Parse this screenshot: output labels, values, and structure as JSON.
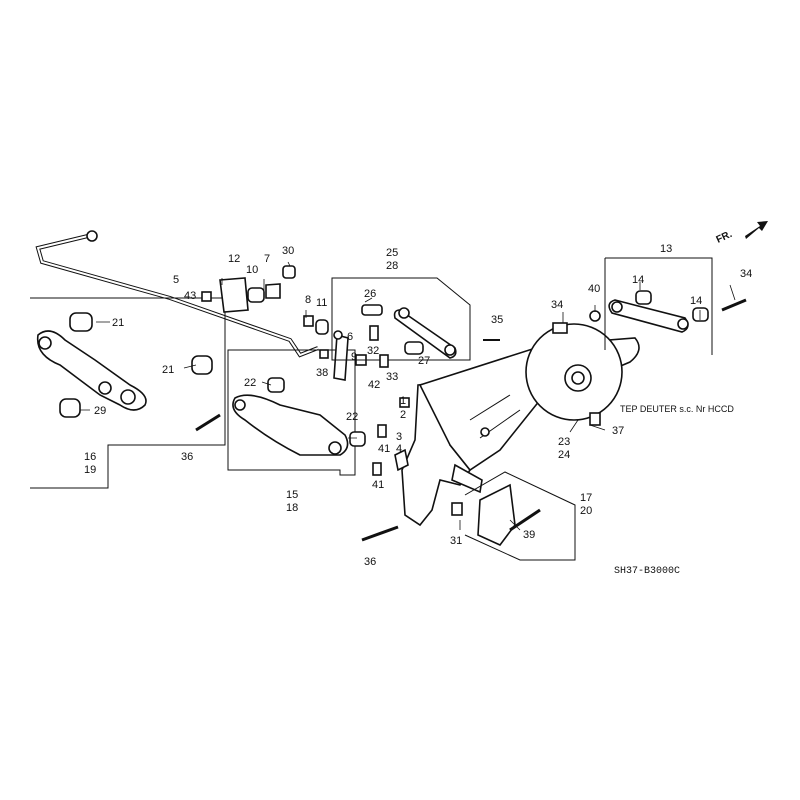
{
  "direction": {
    "label": "FR."
  },
  "watermark": "TEP DEUTER s.c. Nr HCCD",
  "diagram_code": "SH37-B3000C",
  "callouts": [
    {
      "id": "c1",
      "text": "1"
    },
    {
      "id": "c2",
      "text": "2"
    },
    {
      "id": "c3",
      "text": "3"
    },
    {
      "id": "c4",
      "text": "4"
    },
    {
      "id": "c5",
      "text": "5"
    },
    {
      "id": "c6",
      "text": "6"
    },
    {
      "id": "c7",
      "text": "7"
    },
    {
      "id": "c8",
      "text": "8"
    },
    {
      "id": "c9",
      "text": "9"
    },
    {
      "id": "c10",
      "text": "10"
    },
    {
      "id": "c11",
      "text": "11"
    },
    {
      "id": "c12",
      "text": "12"
    },
    {
      "id": "c13",
      "text": "13"
    },
    {
      "id": "c14a",
      "text": "14"
    },
    {
      "id": "c14b",
      "text": "14"
    },
    {
      "id": "c15",
      "text": "15"
    },
    {
      "id": "c16",
      "text": "16"
    },
    {
      "id": "c17",
      "text": "17"
    },
    {
      "id": "c18",
      "text": "18"
    },
    {
      "id": "c19",
      "text": "19"
    },
    {
      "id": "c20",
      "text": "20"
    },
    {
      "id": "c21a",
      "text": "21"
    },
    {
      "id": "c21b",
      "text": "21"
    },
    {
      "id": "c22a",
      "text": "22"
    },
    {
      "id": "c22b",
      "text": "22"
    },
    {
      "id": "c23",
      "text": "23"
    },
    {
      "id": "c24",
      "text": "24"
    },
    {
      "id": "c25",
      "text": "25"
    },
    {
      "id": "c26",
      "text": "26"
    },
    {
      "id": "c27",
      "text": "27"
    },
    {
      "id": "c28",
      "text": "28"
    },
    {
      "id": "c29",
      "text": "29"
    },
    {
      "id": "c30",
      "text": "30"
    },
    {
      "id": "c31",
      "text": "31"
    },
    {
      "id": "c32",
      "text": "32"
    },
    {
      "id": "c33",
      "text": "33"
    },
    {
      "id": "c34a",
      "text": "34"
    },
    {
      "id": "c34b",
      "text": "34"
    },
    {
      "id": "c35",
      "text": "35"
    },
    {
      "id": "c36a",
      "text": "36"
    },
    {
      "id": "c36b",
      "text": "36"
    },
    {
      "id": "c37",
      "text": "37"
    },
    {
      "id": "c38",
      "text": "38"
    },
    {
      "id": "c39",
      "text": "39"
    },
    {
      "id": "c40",
      "text": "40"
    },
    {
      "id": "c41a",
      "text": "41"
    },
    {
      "id": "c41b",
      "text": "41"
    },
    {
      "id": "c42",
      "text": "42"
    },
    {
      "id": "c43",
      "text": "43"
    }
  ]
}
